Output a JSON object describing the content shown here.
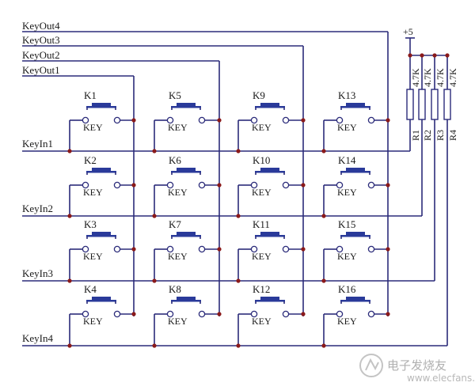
{
  "supply": {
    "label": "+5"
  },
  "rows": [
    {
      "out": "KeyOut4",
      "in": "KeyIn1"
    },
    {
      "out": "KeyOut3",
      "in": "KeyIn2"
    },
    {
      "out": "KeyOut2",
      "in": "KeyIn3"
    },
    {
      "out": "KeyOut1",
      "in": "KeyIn4"
    }
  ],
  "keys": [
    "K1",
    "K5",
    "K9",
    "K13",
    "K2",
    "K6",
    "K10",
    "K14",
    "K3",
    "K7",
    "K11",
    "K15",
    "K4",
    "K8",
    "K12",
    "K16"
  ],
  "key_text": "KEY",
  "resistors": [
    {
      "name": "R1",
      "value": "4.7K"
    },
    {
      "name": "R2",
      "value": "4.7K"
    },
    {
      "name": "R3",
      "value": "4.7K"
    },
    {
      "name": "R4",
      "value": "4.7K"
    }
  ],
  "watermark": {
    "cn": "电子发烧友",
    "url": "www.elecfans.com"
  },
  "colors": {
    "wire": "#2b2b7a",
    "junction": "#8b1a1a",
    "key_cap": "#2a3a9a"
  }
}
